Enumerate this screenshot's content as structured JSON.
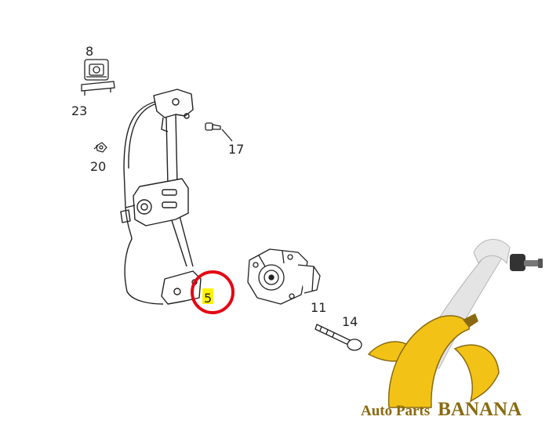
{
  "diagram": {
    "callouts": [
      {
        "id": "8",
        "label": "8"
      },
      {
        "id": "23",
        "label": "23"
      },
      {
        "id": "17",
        "label": "17"
      },
      {
        "id": "20",
        "label": "20"
      },
      {
        "id": "5",
        "label": "5"
      },
      {
        "id": "11",
        "label": "11"
      },
      {
        "id": "14",
        "label": "14"
      }
    ],
    "highlighted_callout": "5",
    "highlight_fill": "#fff200",
    "highlight_ring_color": "#e30613"
  },
  "watermark": {
    "prefix": "Auto Parts",
    "brand": "BANANA",
    "text_color": "#8a6a10",
    "banana_color": "#f2c316",
    "banana_dark": "#8a6a10"
  }
}
